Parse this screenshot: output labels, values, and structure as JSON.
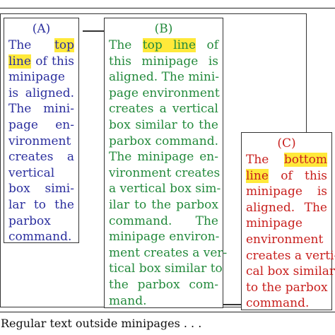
{
  "box_a": {
    "label": "(A)",
    "color": "#2b2f9e",
    "highlight_color": "#ffe93a",
    "lines": [
      {
        "parts": [
          {
            "t": "The "
          },
          {
            "t": "top",
            "hl": true
          }
        ]
      },
      {
        "parts": [
          {
            "t": "line",
            "hl": true
          },
          {
            "t": " of this"
          }
        ]
      },
      {
        "parts": [
          {
            "t": "minipage"
          }
        ]
      },
      {
        "parts": [
          {
            "t": "is aligned."
          }
        ]
      },
      {
        "parts": [
          {
            "t": "The mini-"
          }
        ]
      },
      {
        "parts": [
          {
            "t": "page en-"
          }
        ]
      },
      {
        "parts": [
          {
            "t": "vironment"
          }
        ]
      },
      {
        "parts": [
          {
            "t": "creates a"
          }
        ]
      },
      {
        "parts": [
          {
            "t": "vertical"
          }
        ]
      },
      {
        "parts": [
          {
            "t": "box simi-"
          }
        ]
      },
      {
        "parts": [
          {
            "t": "lar to the"
          }
        ]
      },
      {
        "parts": [
          {
            "t": "parbox"
          }
        ]
      },
      {
        "parts": [
          {
            "t": "command."
          }
        ]
      }
    ]
  },
  "box_b": {
    "label": "(B)",
    "color": "#238a3c",
    "lines": [
      {
        "parts": [
          {
            "t": "The "
          },
          {
            "t": "top line",
            "hl": true
          },
          {
            "t": " of"
          }
        ]
      },
      {
        "parts": [
          {
            "t": "this minipage is"
          }
        ]
      },
      {
        "parts": [
          {
            "t": "aligned. The mini-"
          }
        ]
      },
      {
        "parts": [
          {
            "t": "page environment"
          }
        ]
      },
      {
        "parts": [
          {
            "t": "creates a vertical"
          }
        ]
      },
      {
        "parts": [
          {
            "t": "box similar to the"
          }
        ]
      },
      {
        "parts": [
          {
            "t": "parbox command."
          }
        ]
      },
      {
        "parts": [
          {
            "t": "The minipage en-"
          }
        ]
      },
      {
        "parts": [
          {
            "t": "vironment creates"
          }
        ]
      },
      {
        "parts": [
          {
            "t": "a vertical box sim-"
          }
        ]
      },
      {
        "parts": [
          {
            "t": "ilar to the parbox"
          }
        ]
      },
      {
        "parts": [
          {
            "t": "command. The"
          }
        ]
      },
      {
        "parts": [
          {
            "t": "minipage environ-"
          }
        ]
      },
      {
        "parts": [
          {
            "t": "ment creates a ver-"
          }
        ]
      },
      {
        "parts": [
          {
            "t": "tical box similar to"
          }
        ]
      },
      {
        "parts": [
          {
            "t": "the parbox com-"
          }
        ]
      },
      {
        "parts": [
          {
            "t": "mand."
          }
        ]
      }
    ]
  },
  "box_c": {
    "label": "(C)",
    "color": "#c8201e",
    "lines": [
      {
        "parts": [
          {
            "t": "The "
          },
          {
            "t": "bottom",
            "hl": true
          }
        ]
      },
      {
        "parts": [
          {
            "t": "line",
            "hl": true
          },
          {
            "t": " of this"
          }
        ]
      },
      {
        "parts": [
          {
            "t": "minipage is"
          }
        ]
      },
      {
        "parts": [
          {
            "t": "aligned. The"
          }
        ]
      },
      {
        "parts": [
          {
            "t": "minipage"
          }
        ]
      },
      {
        "parts": [
          {
            "t": "environment"
          }
        ]
      },
      {
        "parts": [
          {
            "t": "creates a verti-"
          }
        ]
      },
      {
        "parts": [
          {
            "t": "cal box similar"
          }
        ]
      },
      {
        "parts": [
          {
            "t": "to the parbox"
          }
        ]
      },
      {
        "parts": [
          {
            "t": "command."
          }
        ]
      }
    ]
  },
  "footer_text": "Regular text outside minipages . . ."
}
